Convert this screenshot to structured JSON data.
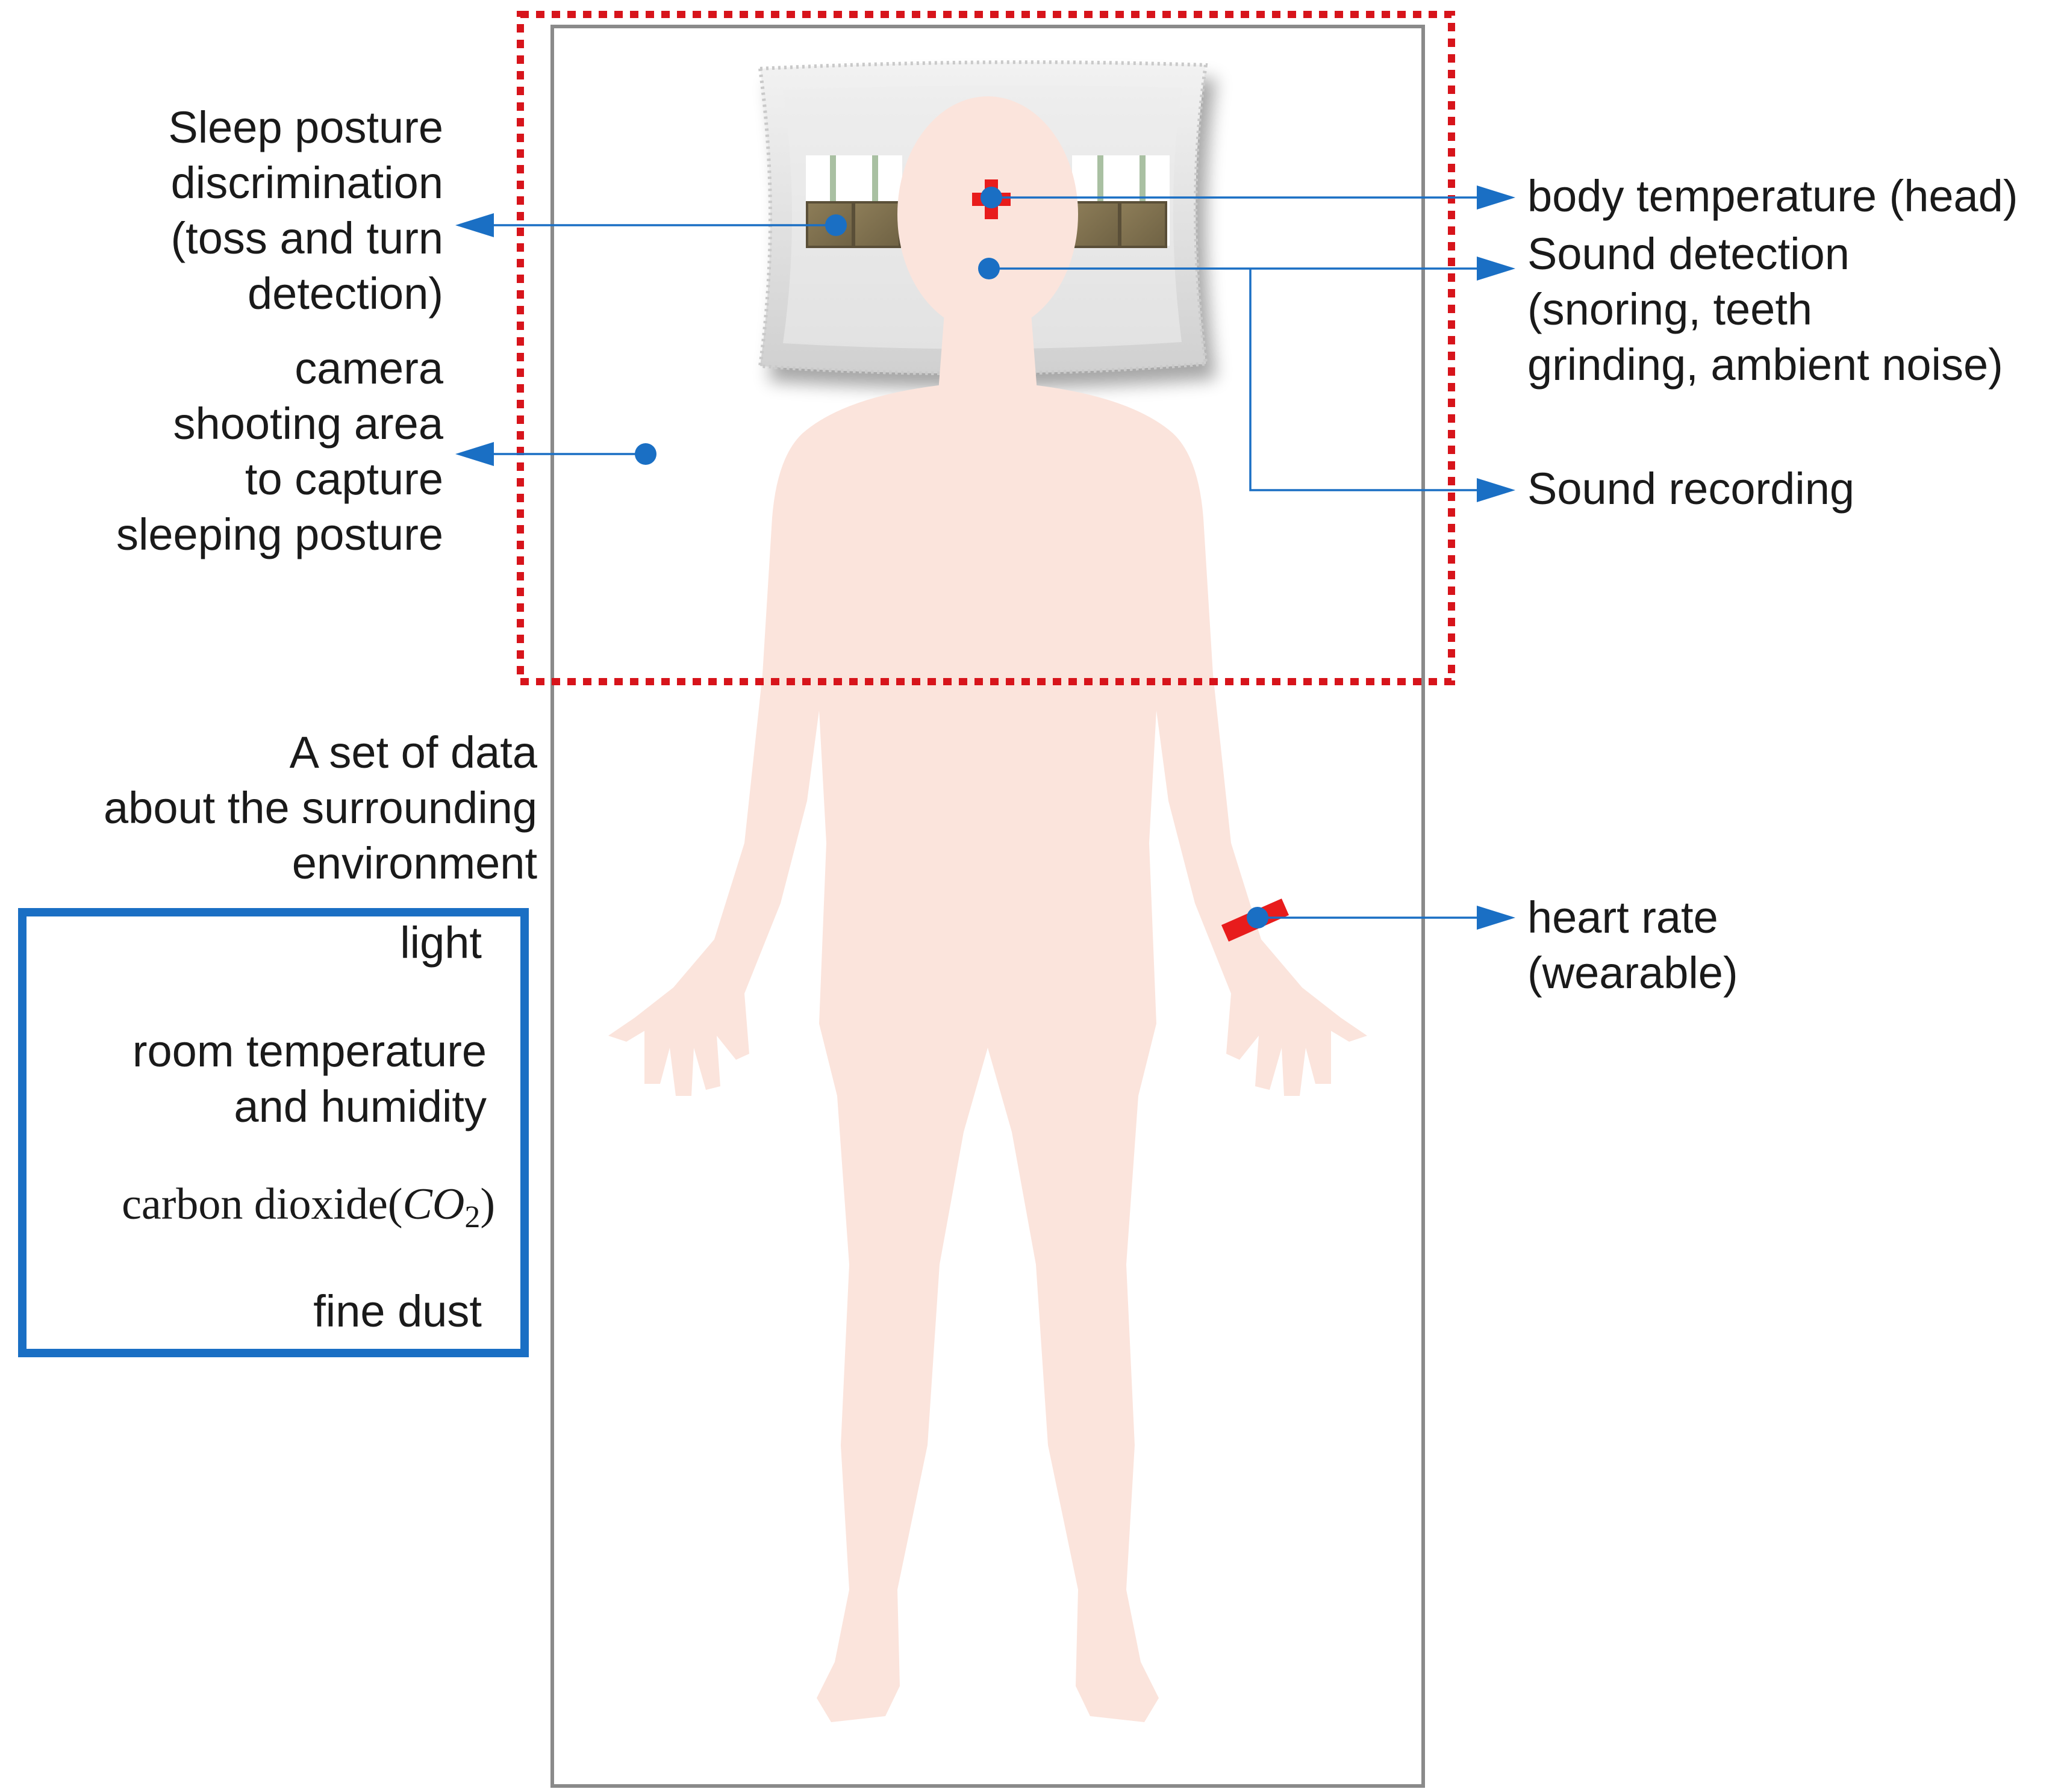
{
  "colors": {
    "bed_outline": "#8a8a8a",
    "camera_area_outline": "#d7141b",
    "pointer_line": "#1a6fc4",
    "environment_box": "#1a6fc4",
    "body_silhouette": "#fbe4dc",
    "sensor_marker": "#e81c1c"
  },
  "labels": {
    "sleep_posture": [
      "Sleep posture",
      "discrimination",
      "(toss and turn",
      "detection)"
    ],
    "camera_area": [
      "camera",
      "shooting area",
      "to capture",
      "sleeping posture"
    ],
    "body_temperature": [
      "body temperature (head)"
    ],
    "sound_detection": [
      "Sound detection",
      "(snoring, teeth",
      "grinding, ambient noise)"
    ],
    "sound_recording": [
      "Sound recording"
    ],
    "heart_rate": [
      "heart rate",
      "(wearable)"
    ],
    "environment_title": [
      "A set of data",
      "about the surrounding",
      "environment"
    ]
  },
  "environment": {
    "light": "light",
    "room_temp": [
      "room temperature",
      "and humidity"
    ],
    "co2_prefix": "carbon dioxide",
    "co2_open": "(",
    "co2_symbol": "CO",
    "co2_subscript": "2",
    "co2_close": ")",
    "fine_dust": "fine dust"
  }
}
